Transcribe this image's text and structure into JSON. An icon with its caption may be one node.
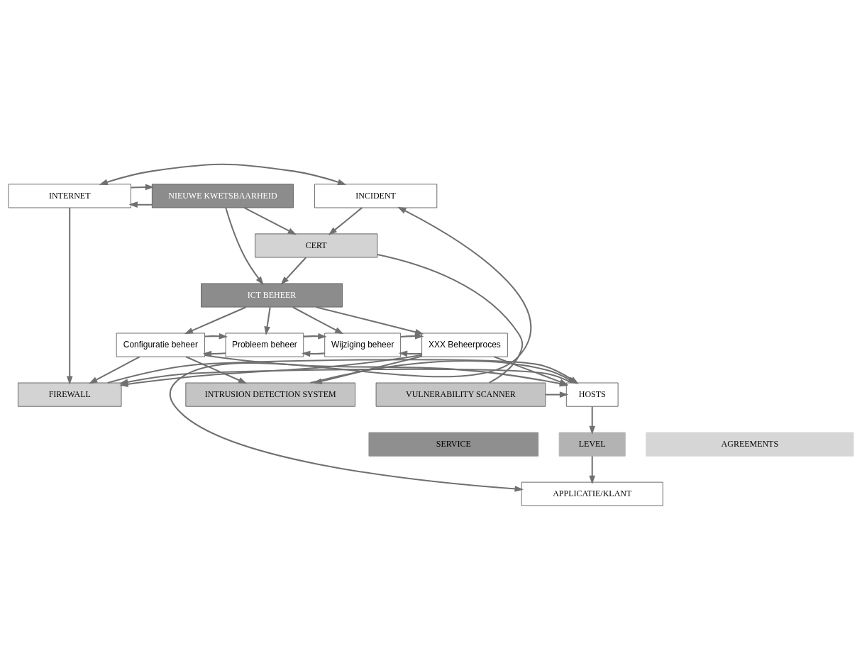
{
  "diagram": {
    "nodes": [
      {
        "text": [
          "INTERNET"
        ]
      },
      {
        "text": [
          "NIEUWE KWETSBAARHEID"
        ]
      },
      {
        "text": [
          "INCIDENT"
        ]
      },
      {
        "text": [
          "CERT"
        ]
      },
      {
        "text": [
          "ICT BEHEER"
        ]
      },
      {
        "text": [
          "Configuratie beheer"
        ]
      },
      {
        "text": [
          "Probleem beheer"
        ]
      },
      {
        "text": [
          "Wijziging beheer"
        ]
      },
      {
        "text": [
          "XXX Beheerproces"
        ]
      },
      {
        "text": [
          "FIREWALL"
        ]
      },
      {
        "text": [
          "HOSTS"
        ]
      },
      {
        "text": [
          "INTRUSION DETECTION SYSTEM"
        ]
      },
      {
        "text": [
          "VULNERABILITY SCANNER"
        ]
      },
      {
        "text": [
          "SERVICE"
        ]
      },
      {
        "text": [
          "LEVEL"
        ]
      },
      {
        "text": [
          "AGREEMENTS"
        ]
      },
      {
        "text": [
          "APPLICATIE/KLANT"
        ]
      }
    ],
    "edges": [
      {
        "from": 0,
        "to": 2,
        "arrow": "both"
      },
      {
        "from": 1,
        "to": 0,
        "arrow": "to"
      },
      {
        "from": 0,
        "to": 1,
        "arrow": "to"
      },
      {
        "from": 1,
        "to": 4,
        "arrow": "to"
      },
      {
        "from": 1,
        "to": 3,
        "arrow": "to"
      },
      {
        "from": 2,
        "to": 3,
        "arrow": "to"
      },
      {
        "from": 3,
        "to": 4,
        "arrow": "to"
      },
      {
        "from": 4,
        "to": 5,
        "arrow": "to"
      },
      {
        "from": 4,
        "to": 6,
        "arrow": "to"
      },
      {
        "from": 4,
        "to": 7,
        "arrow": "to"
      },
      {
        "from": 4,
        "to": 8,
        "arrow": "to"
      },
      {
        "from": 6,
        "to": 5,
        "arrow": "to"
      },
      {
        "from": 5,
        "to": 6,
        "arrow": "to"
      },
      {
        "from": 7,
        "to": 6,
        "arrow": "to"
      },
      {
        "from": 6,
        "to": 7,
        "arrow": "to"
      },
      {
        "from": 8,
        "to": 7,
        "arrow": "to"
      },
      {
        "from": 7,
        "to": 8,
        "arrow": "to"
      },
      {
        "from": 5,
        "to": 9,
        "arrow": "to"
      },
      {
        "from": 5,
        "to": 10,
        "arrow": "to"
      },
      {
        "from": 5,
        "to": 11,
        "arrow": "to"
      },
      {
        "from": 8,
        "to": 9,
        "arrow": "to"
      },
      {
        "from": 8,
        "to": 10,
        "arrow": "to"
      },
      {
        "from": 8,
        "to": 11,
        "arrow": "to"
      },
      {
        "from": 0,
        "to": 9,
        "arrow": "to"
      },
      {
        "from": 10,
        "to": 9,
        "arrow": "to"
      },
      {
        "from": 9,
        "to": 10,
        "arrow": "to"
      },
      {
        "from": 11,
        "to": 10,
        "arrow": "to"
      },
      {
        "from": 12,
        "to": 10,
        "arrow": "to"
      },
      {
        "from": 12,
        "to": 3,
        "arrow": "none"
      },
      {
        "from": 10,
        "to": 14,
        "arrow": "to"
      },
      {
        "from": 14,
        "to": 16,
        "arrow": "to"
      },
      {
        "from": 16,
        "to": 2,
        "arrow": "both"
      }
    ]
  }
}
